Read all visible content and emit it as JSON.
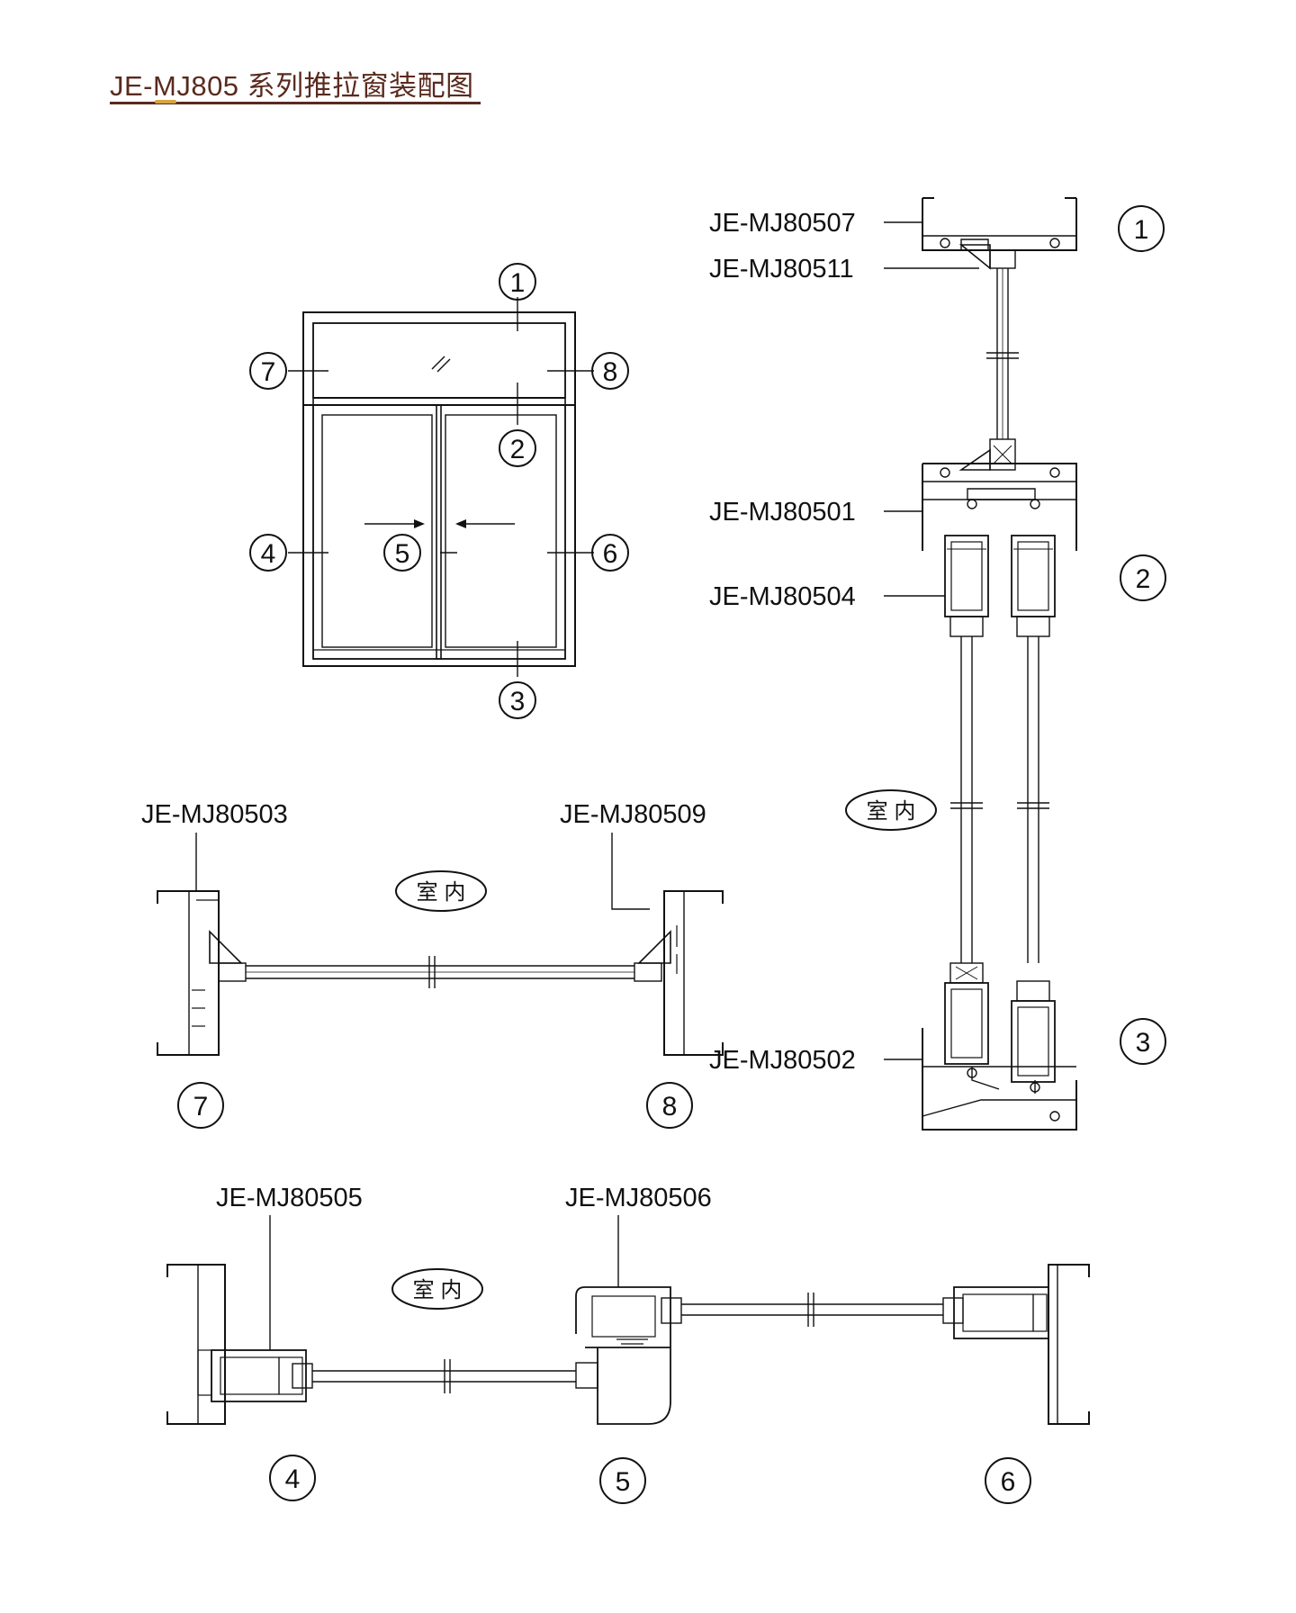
{
  "title": "JE-MJ805 系列推拉窗装配图",
  "elevation_callouts": [
    "1",
    "2",
    "3",
    "4",
    "5",
    "6",
    "7",
    "8"
  ],
  "section_callouts": [
    "1",
    "2",
    "3",
    "4",
    "5",
    "6",
    "7",
    "8"
  ],
  "part_labels": {
    "p07": "JE-MJ80507",
    "p11": "JE-MJ80511",
    "p01": "JE-MJ80501",
    "p04": "JE-MJ80504",
    "p02": "JE-MJ80502",
    "p03": "JE-MJ80503",
    "p09": "JE-MJ80509",
    "p05": "JE-MJ80505",
    "p06": "JE-MJ80506"
  },
  "interior_label": "室 内",
  "colors": {
    "title": "#5a2a1e",
    "accent": "#d9a441",
    "line": "#111111"
  }
}
